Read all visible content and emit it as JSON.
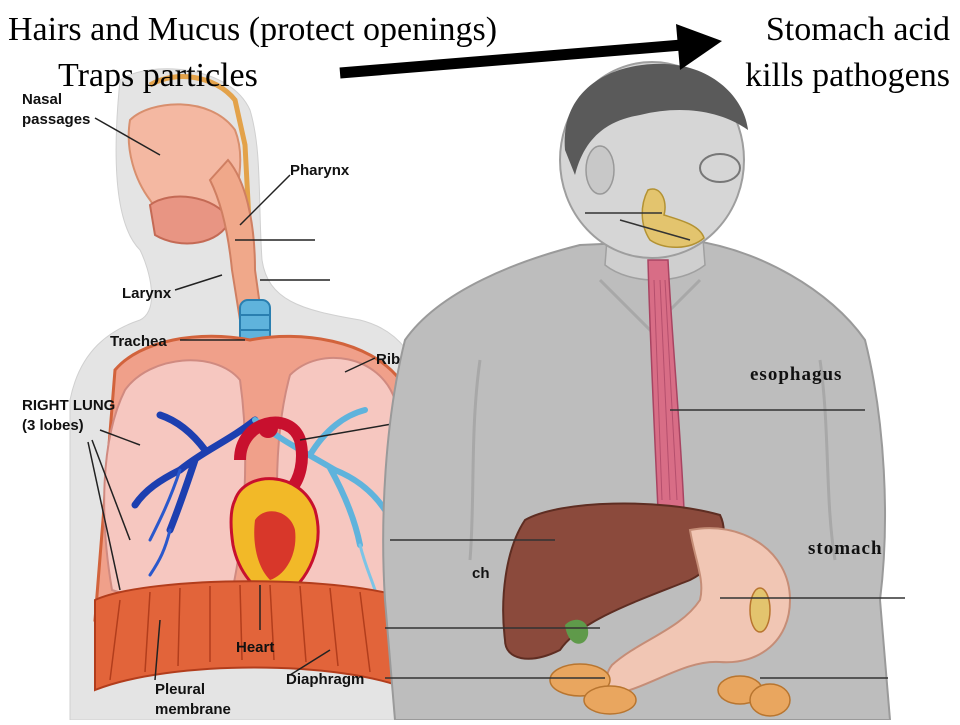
{
  "headings": {
    "left_line1": "Hairs and Mucus (protect openings)",
    "left_line2": "Traps particles",
    "right_line1": "Stomach acid",
    "right_line2": "kills pathogens"
  },
  "respiratory_labels": {
    "nasal_line1": "Nasal",
    "nasal_line2": "passages",
    "pharynx": "Pharynx",
    "larynx": "Larynx",
    "trachea": "Trachea",
    "ribs": "Ribs",
    "right_lung_line1": "RIGHT LUNG",
    "right_lung_line2": "(3 lobes)",
    "heart": "Heart",
    "pleural_line1": "Pleural",
    "pleural_line2": "membrane",
    "diaphragm": "Diaphragm",
    "partial_label": "ch"
  },
  "digestive_labels": {
    "esophagus": "esophagus",
    "stomach": "stomach"
  },
  "colors": {
    "lung_pink": "#f6c7c0",
    "trachea_blue": "#5fb3dc",
    "vein_blue": "#1d3fb0",
    "artery_red": "#c8102e",
    "heart_yellow": "#f2b928",
    "diaphragm_orange": "#e2643a",
    "liver_brown": "#8b4a3c",
    "stomach_pink": "#f1c6b4",
    "esophagus_pink": "#d86d86",
    "shirt_gray": "#bdbdbd"
  }
}
